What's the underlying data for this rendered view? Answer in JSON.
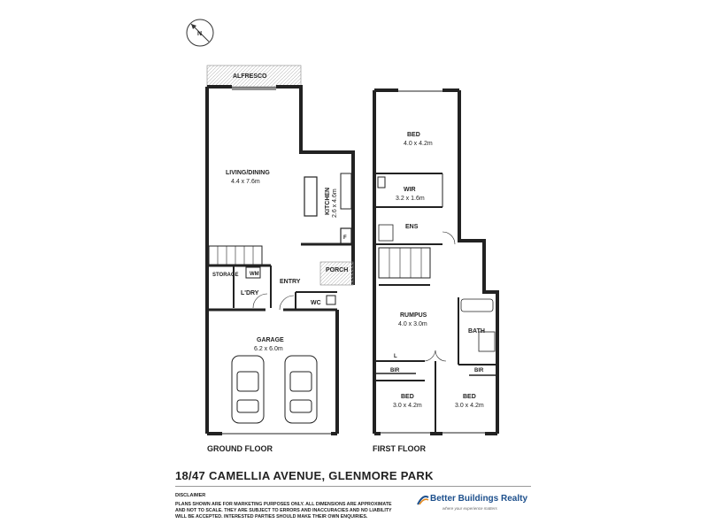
{
  "compass": {
    "label": "N"
  },
  "ground_floor": {
    "label": "GROUND FLOOR",
    "rooms": {
      "alfresco": {
        "name": "ALFRESCO"
      },
      "living": {
        "name": "LIVING/DINING",
        "size": "4.4 x 7.6m"
      },
      "kitchen": {
        "name": "KITCHEN",
        "size": "2.6 x 4.6m"
      },
      "fridge": {
        "name": "F"
      },
      "laundry": {
        "name": "L'DRY"
      },
      "storage": {
        "name": "STORAGE"
      },
      "wm": {
        "name": "WM"
      },
      "entry": {
        "name": "ENTRY"
      },
      "porch": {
        "name": "PORCH"
      },
      "wc": {
        "name": "WC"
      },
      "garage": {
        "name": "GARAGE",
        "size": "6.2 x 6.0m"
      }
    }
  },
  "first_floor": {
    "label": "FIRST FLOOR",
    "rooms": {
      "bed1": {
        "name": "BED",
        "size": "4.0 x 4.2m"
      },
      "wir": {
        "name": "WIR",
        "size": "3.2 x 1.6m"
      },
      "ens": {
        "name": "ENS"
      },
      "rumpus": {
        "name": "RUMPUS",
        "size": "4.0 x 3.0m"
      },
      "linen": {
        "name": "L"
      },
      "bath": {
        "name": "BATH"
      },
      "bir1": {
        "name": "BIR"
      },
      "bir2": {
        "name": "BIR"
      },
      "bed2": {
        "name": "BED",
        "size": "3.0 x 4.2m"
      },
      "bed3": {
        "name": "BED",
        "size": "3.0 x 4.2m"
      }
    }
  },
  "address": "18/47 CAMELLIA AVENUE, GLENMORE PARK",
  "disclaimer": {
    "title": "DISCLAIMER",
    "text": "PLANS SHOWN ARE FOR MARKETING PURPOSES ONLY. ALL DIMENSIONS ARE APPROXIMATE AND NOT TO SCALE. THEY ARE SUBJECT TO ERRORS AND INACCURACIES AND NO LIABILITY WILL BE ACCEPTED. INTERESTED PARTIES SHOULD MAKE THEIR OWN ENQUIRIES."
  },
  "brand": {
    "name": "Better Buildings Realty",
    "tagline": "where your experience matters",
    "color": "#1c4f8c"
  }
}
